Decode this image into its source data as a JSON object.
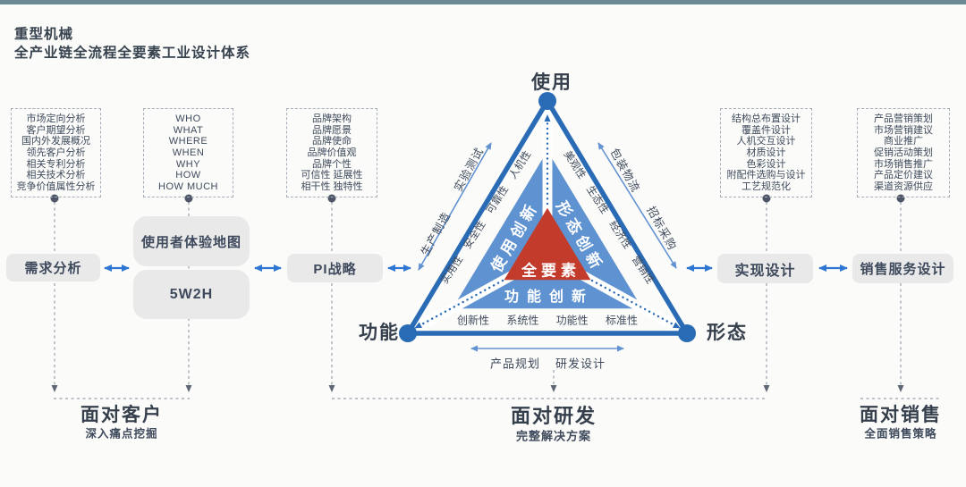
{
  "page": {
    "title_line1": "重型机械",
    "title_line2": "全产业链全流程全要素工业设计体系"
  },
  "colors": {
    "outer_triangle_blue": "#2a6bb5",
    "ring_blue": "#5e92d0",
    "core_red": "#c23b2b",
    "connector_blue": "#2f76d2",
    "thin_arrow_blue": "#6292d2",
    "dash_gray": "#98a1ac",
    "text_dark": "#3e4a5c",
    "gray_box_bg": "#e9e9ea",
    "top_bar": "#6b8894"
  },
  "flow": {
    "demand_analysis": "需求分析",
    "ux_map": "使用者体验地图",
    "five_w_two_h": "5W2H",
    "pi_strategy": "PI战略",
    "realization_design": "实现设计",
    "sales_service_design": "销售服务设计"
  },
  "dashed_boxes": {
    "market": {
      "items": [
        "市场定向分析",
        "客户期望分析",
        "国内外发展概况",
        "领先客户分析",
        "相关专利分析",
        "相关技术分析",
        "竞争价值属性分析"
      ]
    },
    "five_w": {
      "items": [
        "WHO",
        "WHAT",
        "WHERE",
        "WHEN",
        "WHY",
        "HOW",
        "HOW MUCH"
      ]
    },
    "brand": {
      "items": [
        "品牌架构",
        "品牌愿景",
        "品牌使命",
        "品牌价值观",
        "品牌个性",
        "可信性 延展性",
        "相干性 独特性"
      ]
    },
    "structure": {
      "items": [
        "结构总布置设计",
        "覆盖件设计",
        "人机交互设计",
        "材质设计",
        "色彩设计",
        "附配件选购与设计",
        "工艺规范化"
      ]
    },
    "marketing": {
      "items": [
        "产品营销策划",
        "市场营销建议",
        "商业推广",
        "促销活动策划",
        "市场销售推广",
        "产品定价建议",
        "渠道资源供应"
      ]
    }
  },
  "triangle": {
    "vertex_top": "使用",
    "vertex_left": "功能",
    "vertex_right": "形态",
    "core": "全要素",
    "region_left": "使用创新",
    "region_right": "形态创新",
    "region_bottom": "功能创新",
    "inner_left": "实用性 安全性 可靠性 人机性",
    "inner_right": "美观性 生态性 经济性 营销性",
    "inner_bottom": "创新性 系统性 功能性 标准性",
    "outer_left_lower": "生产制造",
    "outer_left_upper": "实验测试",
    "outer_right_upper": "包装物流",
    "outer_right_lower": "招标采购",
    "below_left": "产品规划",
    "below_right": "研发设计"
  },
  "footer": {
    "customer": {
      "title": "面对客户",
      "subtitle": "深入痛点挖掘"
    },
    "rnd": {
      "title": "面对研发",
      "subtitle": "完整解决方案"
    },
    "sales": {
      "title": "面对销售",
      "subtitle": "全面销售策略"
    }
  }
}
